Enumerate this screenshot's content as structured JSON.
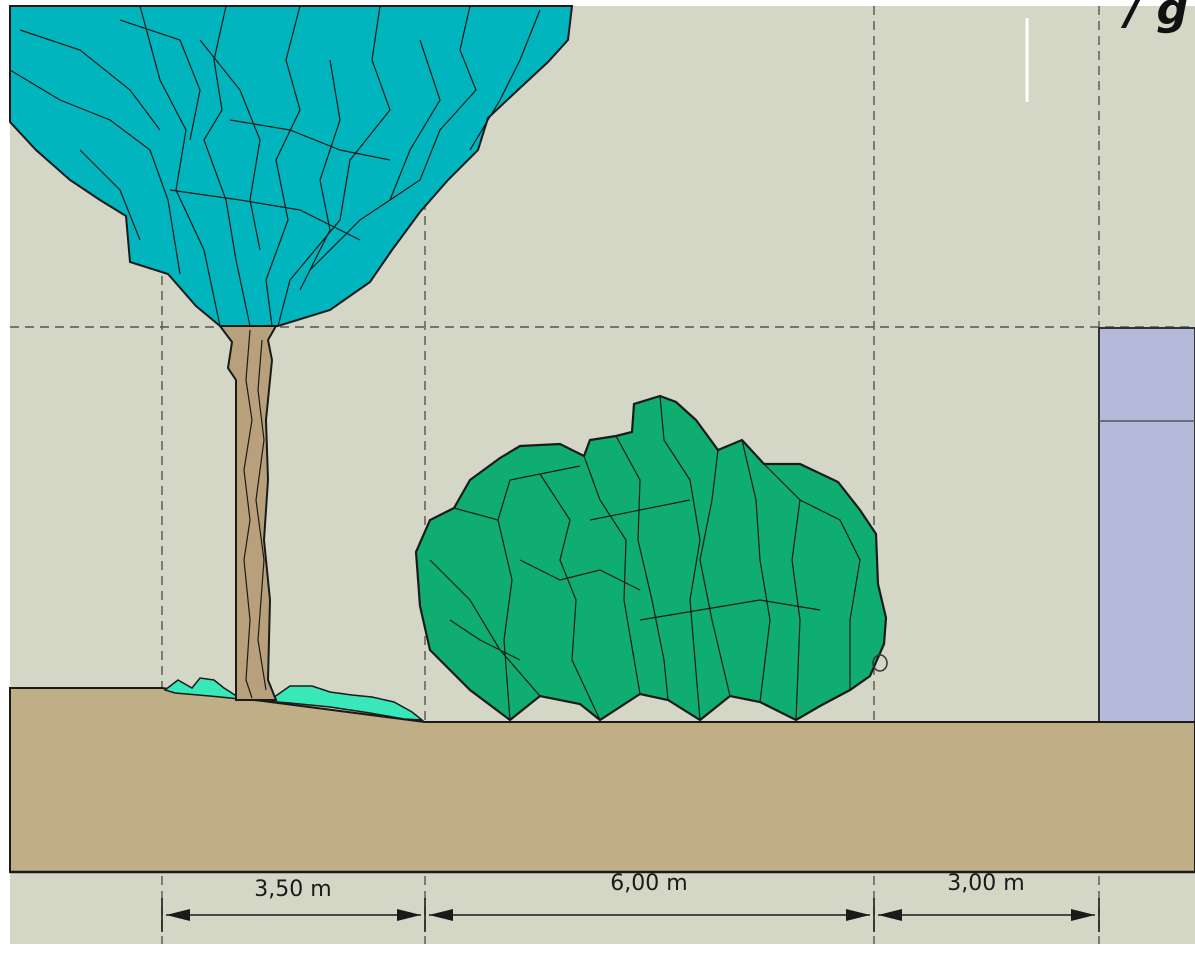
{
  "colors": {
    "background": "#d4d6c6",
    "ground": "#bfae86",
    "tree_canopy": "#00b5be",
    "tree_trunk": "#b8a07a",
    "groundcover": "#39e8b8",
    "shrub": "#0fad70",
    "building": "#b5b9da",
    "line": "#1a1a1a"
  },
  "elements": {
    "tree": "deciduous-tree",
    "shrub": "shrub-mass",
    "groundcover": "low-groundcover",
    "building": "building-facade"
  },
  "dimensions": [
    {
      "label": "3,50 m",
      "value": 3.5,
      "unit": "m"
    },
    {
      "label": "6,00 m",
      "value": 6.0,
      "unit": "m"
    },
    {
      "label": "3,00 m",
      "value": 3.0,
      "unit": "m"
    }
  ],
  "header_fragment": "/ g"
}
